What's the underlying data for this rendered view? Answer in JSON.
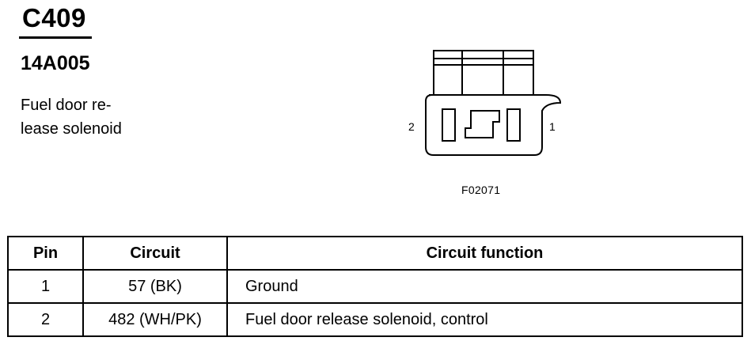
{
  "connector": {
    "id": "C409",
    "part_number": "14A005",
    "description": [
      "Fuel door re-",
      "lease solenoid"
    ],
    "pin_left_label": "2",
    "pin_right_label": "1",
    "figure_id": "F02071"
  },
  "table": {
    "headers": [
      "Pin",
      "Circuit",
      "Circuit function"
    ],
    "rows": [
      {
        "pin": "1",
        "circuit": "57 (BK)",
        "function": "Ground"
      },
      {
        "pin": "2",
        "circuit": "482 (WH/PK)",
        "function": "Fuel door release solenoid, control"
      }
    ]
  }
}
